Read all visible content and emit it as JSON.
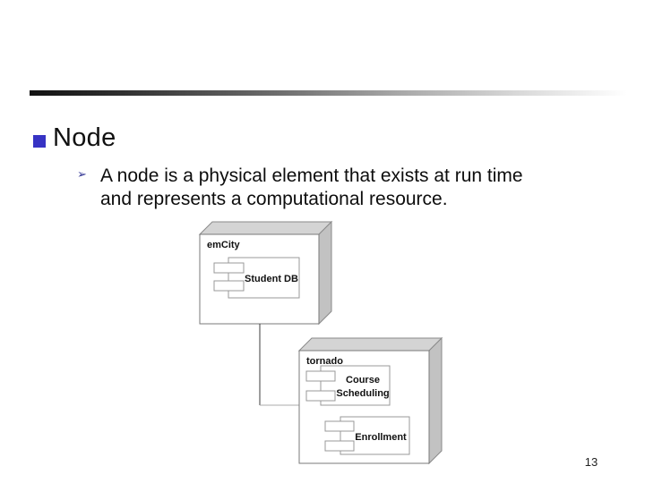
{
  "slide": {
    "title": "Node",
    "page_number": "13"
  },
  "bullet": {
    "glyph": "➢",
    "glyph_color": "#2e3192",
    "line1": "A node is a physical element that exists at run time",
    "line2": "and represents a computational resource."
  },
  "accents": {
    "title_bullet_color": "#3733c4",
    "rule_gradient_start": "#121212",
    "rule_gradient_end": "#ffffff"
  },
  "diagram": {
    "type": "uml-deployment-diagram",
    "colors": {
      "node_front": "#ffffff",
      "node_top": "#d4d4d4",
      "node_side": "#c2c2c2",
      "stroke": "#8a8a8a"
    },
    "nodes": [
      {
        "label": "emCity",
        "components": [
          {
            "label": "Student DB"
          }
        ]
      },
      {
        "label": "tornado",
        "components": [
          {
            "label_line1": "Course",
            "label_line2": "Scheduling"
          },
          {
            "label": "Enrollment"
          }
        ]
      }
    ]
  }
}
